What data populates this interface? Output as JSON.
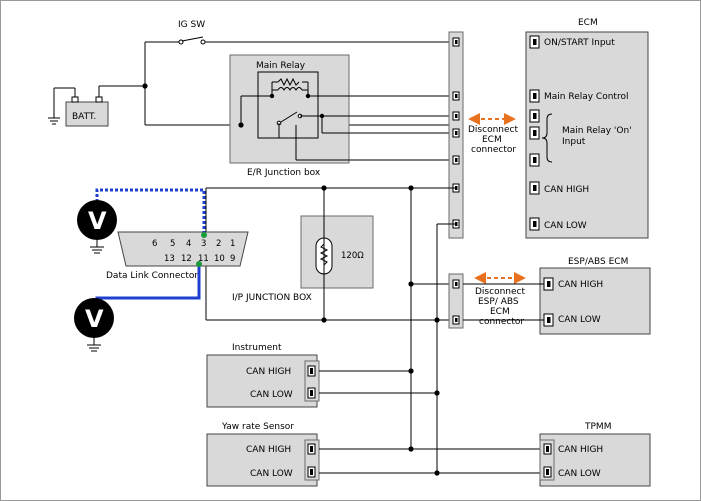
{
  "diagram": {
    "ig_switch": "IG SW",
    "battery": "BATT.",
    "main_relay": "Main Relay",
    "er_junction_box": "E/R Junction box",
    "ip_junction_box": "I/P JUNCTION BOX",
    "resistor": "120Ω",
    "data_link_connector": "Data Link Connector",
    "dlc_pins_top": [
      "6",
      "5",
      "4",
      "3",
      "2",
      "1"
    ],
    "dlc_pins_bottom": [
      "13",
      "12",
      "11",
      "10",
      "9"
    ],
    "meter_symbol": "V",
    "ecm": {
      "title": "ECM",
      "pins": [
        "ON/START Input",
        "Main Relay Control",
        "Main Relay 'On'",
        "Input",
        "CAN HIGH",
        "CAN LOW"
      ]
    },
    "ecm_disconnect": [
      "Disconnect",
      "ECM",
      "connector"
    ],
    "esp_abs_ecm": {
      "title": "ESP/ABS ECM",
      "pins": [
        "CAN HIGH",
        "CAN LOW"
      ]
    },
    "esp_disconnect": [
      "Disconnect",
      "ESP/ ABS",
      "ECM",
      "connector"
    ],
    "instrument": {
      "title": "Instrument",
      "pins": [
        "CAN HIGH",
        "CAN LOW"
      ]
    },
    "yaw_rate_sensor": {
      "title": "Yaw rate Sensor",
      "pins": [
        "CAN HIGH",
        "CAN LOW"
      ]
    },
    "tpmm": {
      "title": "TPMM",
      "pins": [
        "CAN HIGH",
        "CAN LOW"
      ]
    },
    "colors": {
      "probe_wire": "#1f3fd0",
      "pin_highlight": "#1a9b3a",
      "disconnect_arrow": "#e8711f",
      "box_fill": "#d9d9d9"
    }
  }
}
